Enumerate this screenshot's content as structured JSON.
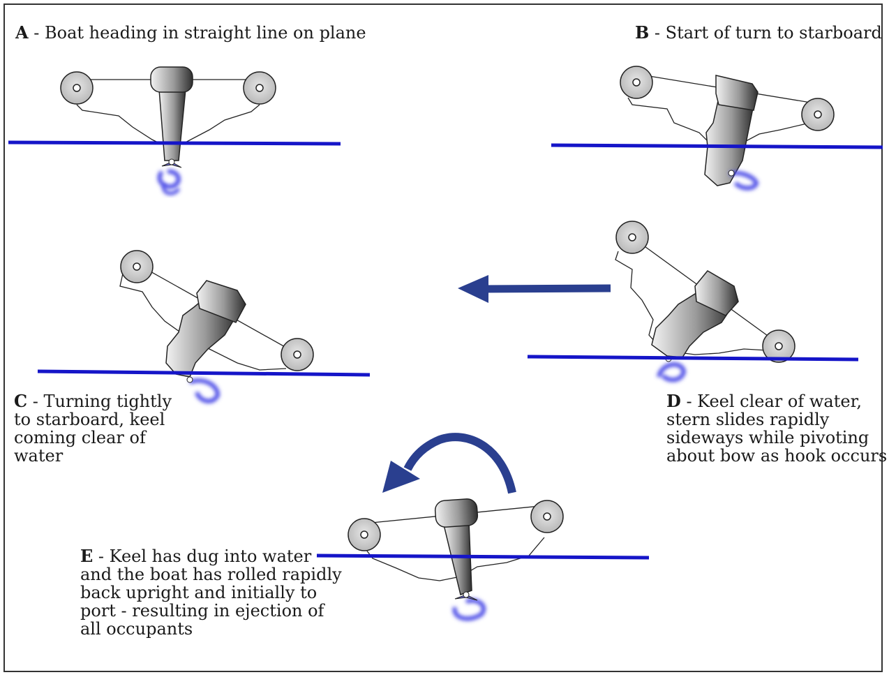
{
  "captions": {
    "a": {
      "letter": "A",
      "text": " - Boat heading in straight line on plane"
    },
    "b": {
      "letter": "B",
      "text": " - Start of turn to starboard"
    },
    "c": {
      "letter": "C",
      "line1": " - Turning tightly",
      "line2": "to starboard, keel",
      "line3": "coming clear of",
      "line4": "water"
    },
    "d": {
      "letter": "D",
      "line1": " - Keel clear of water,",
      "line2": "stern slides rapidly",
      "line3": "sideways while pivoting",
      "line4": "about bow as hook occurs"
    },
    "e": {
      "letter": "E",
      "line1": " - Keel has dug into water",
      "line2": "and the boat has rolled rapidly",
      "line3": "back upright and initially to",
      "line4": "port - resulting in ejection of",
      "line5": "all occupants"
    }
  },
  "colors": {
    "water_line": "#1515c8",
    "arrow": "#2a3f8f",
    "spray": "#4a4ae6",
    "boat_outline": "#222222"
  }
}
